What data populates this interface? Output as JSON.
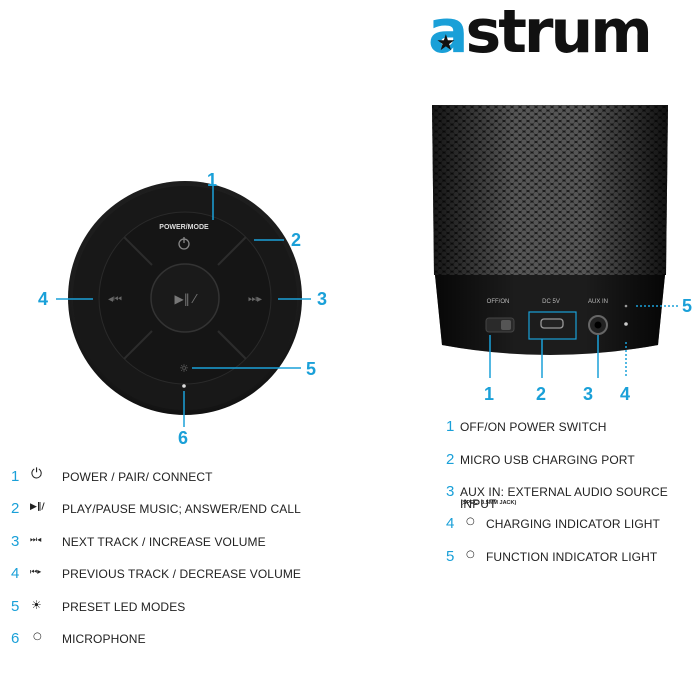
{
  "brand": {
    "logo_a": "a",
    "logo_rest": "strum"
  },
  "top_view": {
    "power_mode_label": "POWER/MODE",
    "callouts": [
      "1",
      "2",
      "3",
      "4",
      "5",
      "6"
    ]
  },
  "bottom_view": {
    "port_labels": {
      "off_on": "OFF/ON",
      "dc": "DC 5V",
      "aux": "AUX IN"
    },
    "callouts": [
      "1",
      "2",
      "3",
      "4",
      "5"
    ]
  },
  "left_legend": [
    {
      "num": "1",
      "icon": "power-icon",
      "text": "POWER / PAIR/ CONNECT"
    },
    {
      "num": "2",
      "icon": "play-pause-call-icon",
      "text": "PLAY/PAUSE MUSIC; ANSWER/END CALL"
    },
    {
      "num": "3",
      "icon": "next-volume-up-icon",
      "text": "NEXT TRACK / INCREASE VOLUME"
    },
    {
      "num": "4",
      "icon": "previous-volume-down-icon",
      "text": "PREVIOUS TRACK / DECREASE VOLUME"
    },
    {
      "num": "5",
      "icon": "led-sun-icon",
      "text": "PRESET LED MODES"
    },
    {
      "num": "6",
      "icon": "circle-icon",
      "text": "MICROPHONE"
    }
  ],
  "right_legend": [
    {
      "num": "1",
      "text": "OFF/ON POWER SWITCH"
    },
    {
      "num": "2",
      "text": "MICRO USB CHARGING PORT"
    },
    {
      "num": "3",
      "text": "AUX IN: EXTERNAL AUDIO SOURCE INPUT",
      "sub": "(SPEC: 3.5MM JACK)"
    },
    {
      "num": "4",
      "icon": "circle-icon",
      "text": "CHARGING INDICATOR LIGHT"
    },
    {
      "num": "5",
      "icon": "circle-icon",
      "text": "FUNCTION INDICATOR LIGHT"
    }
  ],
  "colors": {
    "accent": "#1aa0d8",
    "device": "#1a1a1a",
    "text": "#222222"
  }
}
